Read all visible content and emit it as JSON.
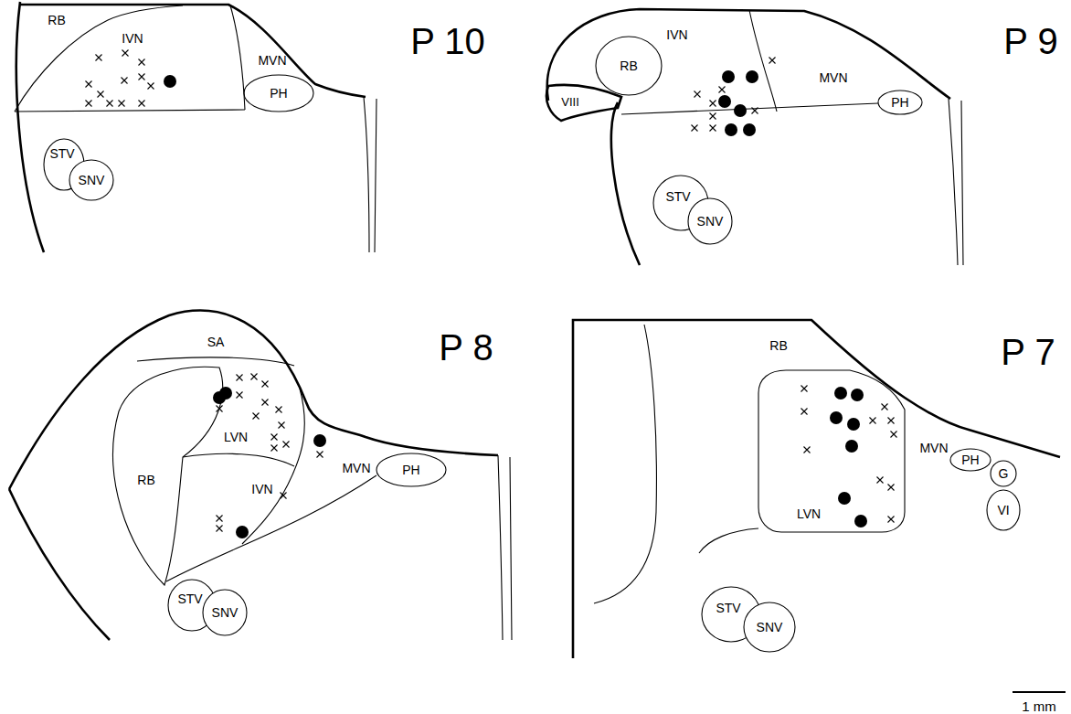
{
  "diagram": {
    "labels": [
      "RB",
      "IVN",
      "MVN",
      "PH",
      "STV",
      "SNV",
      "P 10",
      "RB",
      "IVN",
      "P 9",
      "VIII",
      "MVN",
      "PH",
      "STV",
      "SNV",
      "SA",
      "P 8",
      "RB",
      "LVN",
      "IVN",
      "MVN",
      "PH",
      "STV",
      "SNV",
      "RB",
      "P 7",
      "MVN",
      "PH",
      "G",
      "VI",
      "LVN",
      "STV",
      "SNV",
      "1 mm"
    ]
  }
}
